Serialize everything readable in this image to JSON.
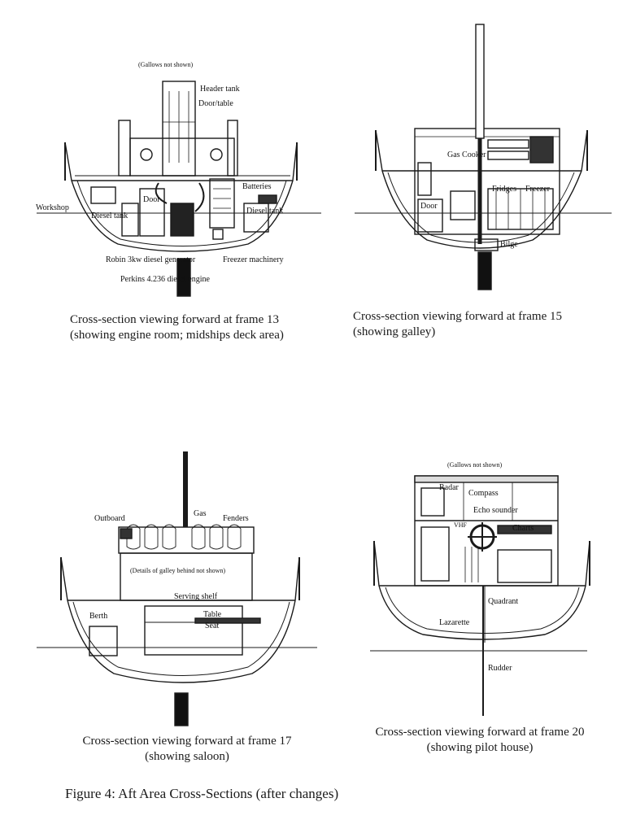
{
  "sections": [
    {
      "id": "frame13",
      "note": "(Gallows not shown)",
      "labels": {
        "header_tank": "Header tank",
        "door_table": "Door/table",
        "batteries": "Batteries",
        "door": "Door",
        "workshop": "Workshop",
        "diesel_tank_left": "Diesel tank",
        "diesel_tank_right": "Diesel tank",
        "generator": "Robin 3kw diesel generator",
        "engine": "Perkins 4.236 diesel engine",
        "freezer_machinery": "Freezer machinery"
      },
      "caption_line1": "Cross-section viewing forward at frame 13",
      "caption_line2": "(showing engine room; midships deck area)"
    },
    {
      "id": "frame15",
      "labels": {
        "gas_cooker": "Gas Cooker",
        "door": "Door",
        "fridges": "Fridges",
        "freezer": "Freezer",
        "bilge": "Bilge"
      },
      "caption_line1": "Cross-section viewing forward at frame 15",
      "caption_line2": "(showing galley)"
    },
    {
      "id": "frame17",
      "labels": {
        "outboard": "Outboard",
        "gas": "Gas",
        "fenders": "Fenders",
        "details": "(Details of galley behind not shown)",
        "serving_shelf": "Serving shelf",
        "berth": "Berth",
        "table": "Table",
        "seat": "Seat"
      },
      "caption_line1": "Cross-section viewing forward at frame 17",
      "caption_line2": "(showing saloon)"
    },
    {
      "id": "frame20",
      "note": "(Gallows not shown)",
      "labels": {
        "radar": "Radar",
        "compass": "Compass",
        "echo_sounder": "Echo sounder",
        "vhf": "VHF",
        "charts": "Charts",
        "quadrant": "Quadrant",
        "lazarette": "Lazarette",
        "rudder": "Rudder"
      },
      "caption_line1": "Cross-section viewing forward at frame 20",
      "caption_line2": "(showing pilot house)"
    }
  ],
  "figure_caption": "Figure 4: Aft Area Cross-Sections (after changes)"
}
